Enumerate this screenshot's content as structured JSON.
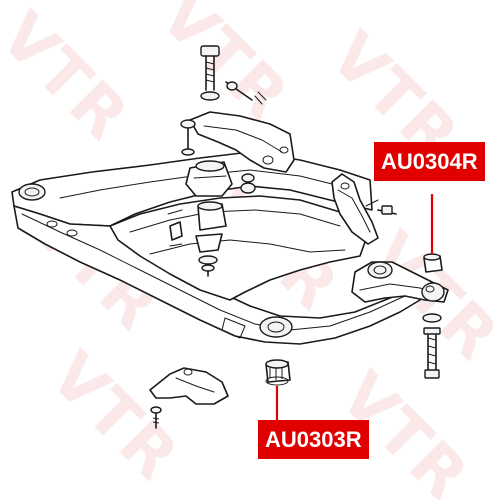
{
  "watermark": {
    "text": "VTR",
    "color": "#dc2828"
  },
  "callouts": [
    {
      "part_number": "AU0304R",
      "color": "#e00000"
    },
    {
      "part_number": "AU0303R",
      "color": "#e00000"
    }
  ]
}
